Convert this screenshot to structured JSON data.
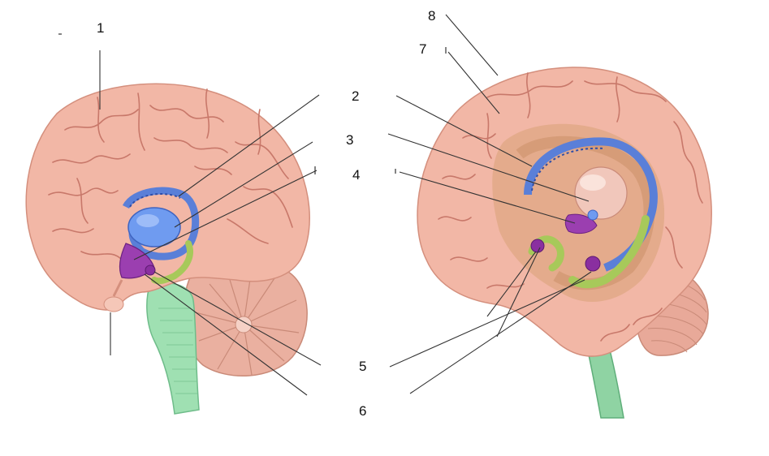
{
  "labels": [
    "1",
    "2",
    "3",
    "4",
    "5",
    "6",
    "7",
    "8"
  ],
  "colors": {
    "brain": "#f2b7a6",
    "brain_dark": "#d98c7a",
    "gyri_line": "#c8786a",
    "fornix_blue": "#5a7fd8",
    "thalamus_blue": "#6f9bf0",
    "hypothalamus_purple": "#9b3fb0",
    "hippocampus_green": "#a7c95a",
    "brainstem_green": "#8fd3a3",
    "cerebellum": "#e8a999",
    "limbic_shadow": "#d9a277",
    "leader_line": "#333333"
  }
}
